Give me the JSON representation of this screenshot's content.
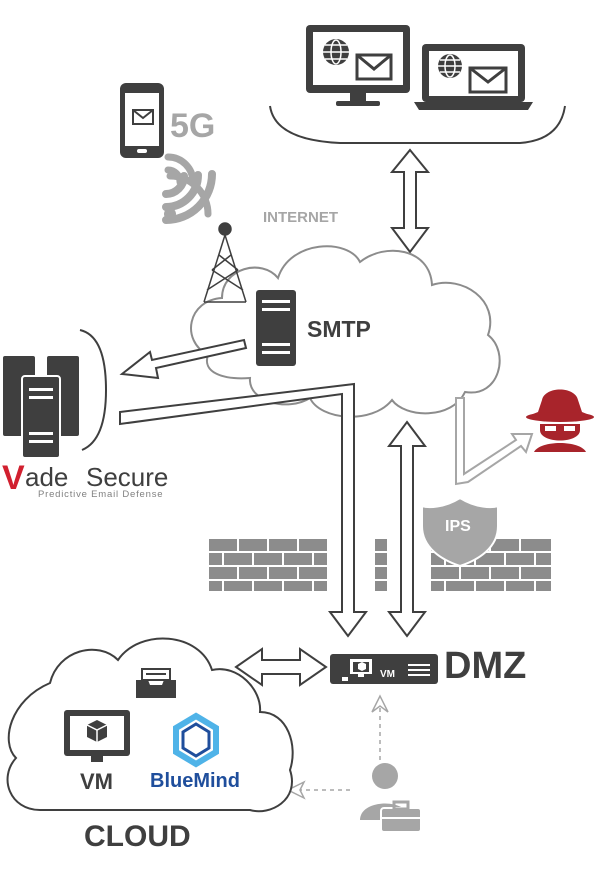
{
  "labels": {
    "five_g": "5G",
    "internet": "INTERNET",
    "smtp": "SMTP",
    "ips": "IPS",
    "dmz": "DMZ",
    "vm_dmz": "VM",
    "vm_cloud": "VM",
    "bluemind": "BlueMind",
    "cloud": "CLOUD",
    "vade_v": "V",
    "vade_ade": "ade",
    "vade_secure": "Secure",
    "vade_tagline": "Predictive Email Defense"
  },
  "colors": {
    "dark": "#3f3f3f",
    "mid": "#808080",
    "light": "#a6a6a6",
    "wall": "#8c8c8c",
    "vade_red": "#d1202f",
    "hacker_red": "#a8242b",
    "bluemind_blue": "#1f4e9c",
    "bluemind_cyan": "#4fb3e8"
  },
  "icons": [
    "mobile-mail-icon",
    "signal-icon",
    "antenna-tower-icon",
    "desktop-mail-icon",
    "laptop-mail-icon",
    "smtp-server-icon",
    "vade-servers-icon",
    "hacker-icon",
    "ips-shield-icon",
    "firewall-wall-icon",
    "dmz-vm-appliance-icon",
    "cloud-vm-icon",
    "mail-inbox-icon",
    "bluemind-logo-icon",
    "admin-user-icon"
  ]
}
